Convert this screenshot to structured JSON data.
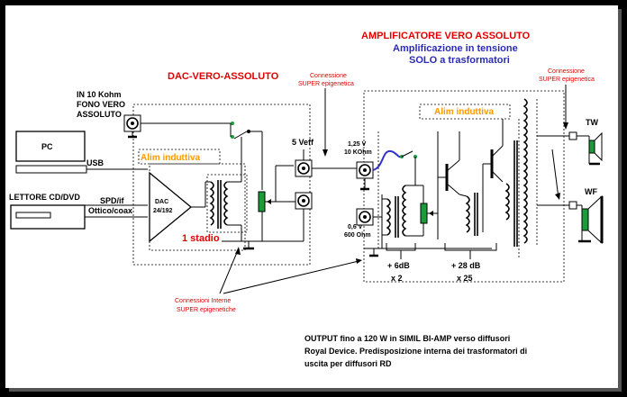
{
  "titles": {
    "dac": "DAC-VERO-ASSOLUTO",
    "amp": "AMPLIFICATORE VERO ASSOLUTO",
    "amp_sub1": "Amplificazione in tensione",
    "amp_sub2": "SOLO a trasformatori"
  },
  "inputs": {
    "fono_line1": "IN 10 Kohm",
    "fono_line2": "FONO VERO",
    "fono_line3": "ASSOLUTO",
    "pc": "PC",
    "usb": "USB",
    "cd": "LETTORE CD/DVD",
    "spdif_line1": "SPD/if",
    "spdif_line2": "Ottico/coax"
  },
  "dac_block": {
    "alim": "Alim induttiva",
    "dac_line1": "DAC",
    "dac_line2": "24/192",
    "stage": "1 stadio",
    "output": "5 Veff"
  },
  "amp_block": {
    "alim": "Alim induttiva",
    "in1_line1": "1,25 V",
    "in1_line2": "10 KOhm",
    "in2_line1": "0,6 V",
    "in2_line2": "600 Ohm",
    "gain1_line1": "+ 6dB",
    "gain1_line2": "x 2",
    "gain2_line1": "+ 28 dB",
    "gain2_line2": "x 25",
    "tw": "TW",
    "wf": "WF"
  },
  "annotations": {
    "conn1_line1": "Connessione",
    "conn1_line2": "SUPER epigenetica",
    "conn2_line1": "Connessione",
    "conn2_line2": "SUPER epigenetica",
    "conn_int_line1": "Connessioni Interne",
    "conn_int_line2": "SUPER epigenetiche"
  },
  "footer": {
    "line1": "OUTPUT fino a 120 W in SIMIL BI-AMP verso diffusori",
    "line2": "Royal Device. Predisposizione interna dei trasformatori di",
    "line3": "uscita per diffusori RD"
  },
  "colors": {
    "red": "#e00000",
    "blue": "#2b2bb8",
    "orange": "#ff9900",
    "green": "#1a9c3a",
    "cable": "#3333cc"
  }
}
